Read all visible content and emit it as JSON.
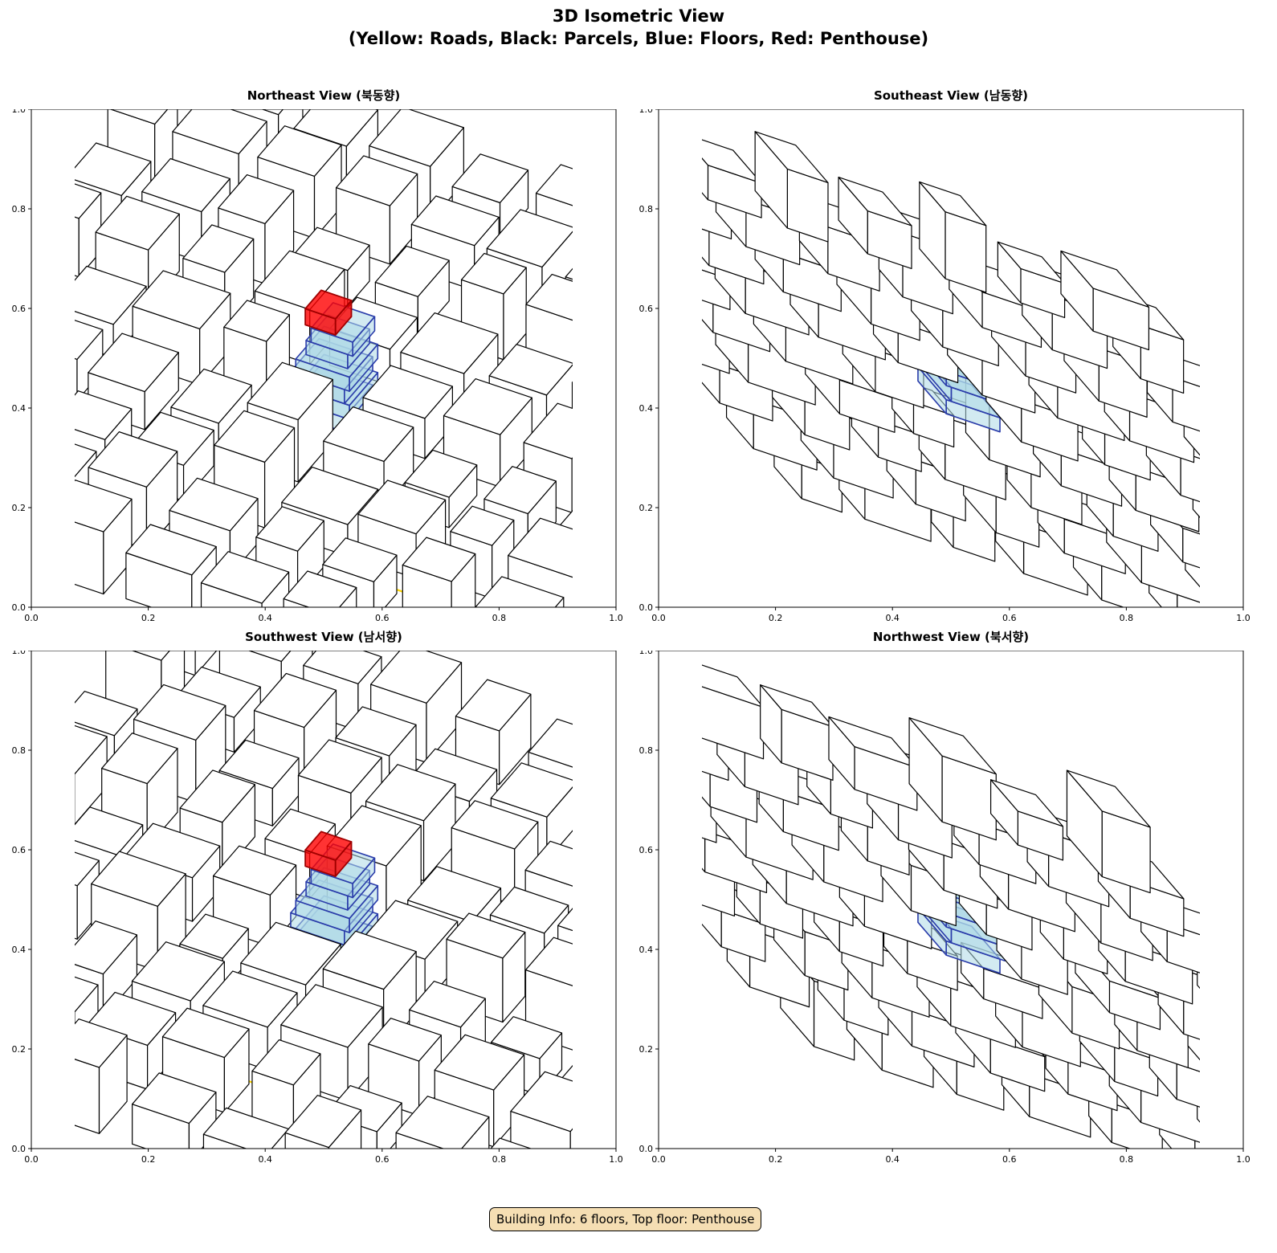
{
  "figure": {
    "title_line1": "3D Isometric View",
    "title_line2": "(Yellow: Roads, Black: Parcels, Blue: Floors, Red: Penthouse)"
  },
  "panels": [
    {
      "title": "Northeast View (북동향)",
      "seed": 3,
      "flip": false
    },
    {
      "title": "Southeast View (남동향)",
      "seed": 11,
      "flip": true
    },
    {
      "title": "Southwest View (남서향)",
      "seed": 23,
      "flip": false
    },
    {
      "title": "Northwest View (북서향)",
      "seed": 37,
      "flip": true
    }
  ],
  "axes": {
    "xticks": [
      "0.0",
      "0.2",
      "0.4",
      "0.6",
      "0.8",
      "1.0"
    ],
    "yticks": [
      "0.0",
      "0.2",
      "0.4",
      "0.6",
      "0.8",
      "1.0"
    ]
  },
  "building": {
    "floors": 6,
    "top_floor": "Penthouse"
  },
  "colors": {
    "road": "#ffd700",
    "parcel": "#000000",
    "floor_fill": "#add8e6",
    "floor_edge": "#2a3caa",
    "penthouse": "#ff0000"
  },
  "info": "Building Info: 6 floors, Top floor: Penthouse"
}
